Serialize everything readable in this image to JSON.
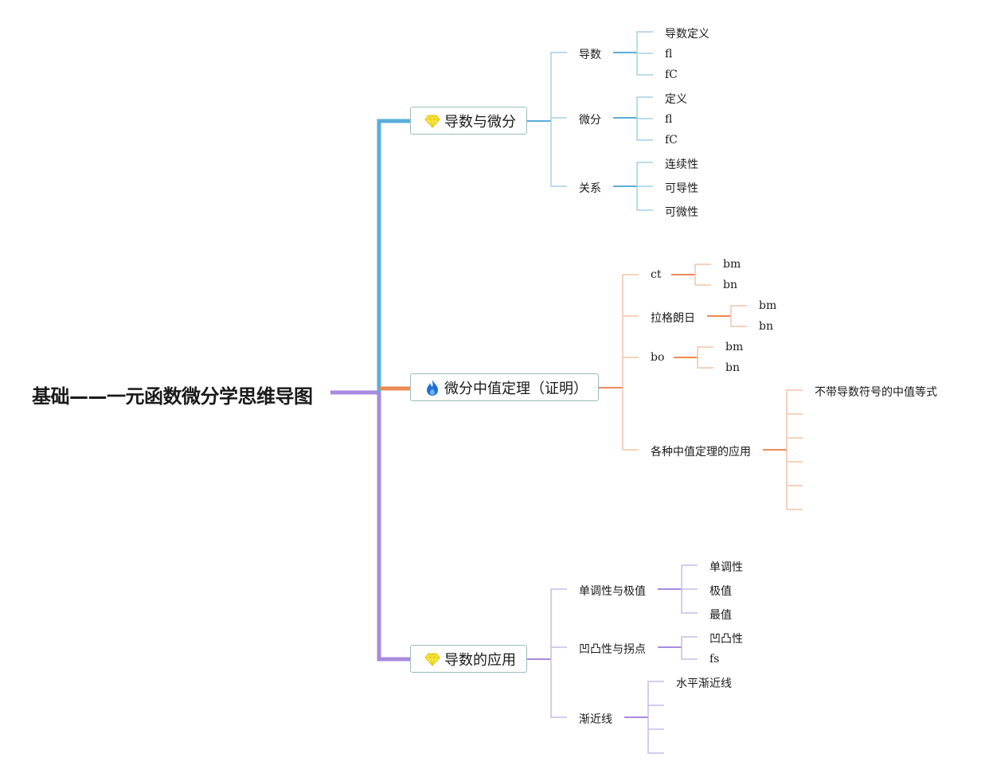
{
  "root": {
    "title": "基础——一元函数微分学思维导图"
  },
  "colors": {
    "blue": "#5aaddb",
    "orange": "#ee8a55",
    "purple": "#a78bdf",
    "blue_light": "#a6cfe6",
    "orange_light": "#f4c4aa",
    "purple_light": "#c9bbe8"
  },
  "branch1": {
    "icon": "diamond-icon",
    "label": "导数与微分",
    "topics": [
      {
        "label": "导数",
        "leaves": [
          "导数定义",
          "fl",
          "fC"
        ]
      },
      {
        "label": "微分",
        "leaves": [
          "定义",
          "fl",
          "fC"
        ]
      },
      {
        "label": "关系",
        "leaves": [
          "连续性",
          "可导性",
          "可微性"
        ]
      }
    ]
  },
  "branch2": {
    "icon": "flame-icon",
    "label": "微分中值定理（证明）",
    "topics": [
      {
        "label": "ct",
        "leaves": [
          "bm",
          "bn"
        ]
      },
      {
        "label": "拉格朗日",
        "leaves": [
          "bm",
          "bn"
        ]
      },
      {
        "label": "bo",
        "leaves": [
          "bm",
          "bn"
        ]
      },
      {
        "label": "各种中值定理的应用",
        "leaves": [
          "不带导数符号的中值等式",
          "",
          "",
          "",
          "",
          ""
        ]
      }
    ]
  },
  "branch3": {
    "icon": "diamond-icon",
    "label": "导数的应用",
    "topics": [
      {
        "label": "单调性与极值",
        "leaves": [
          "单调性",
          "极值",
          "最值"
        ]
      },
      {
        "label": "凹凸性与拐点",
        "leaves": [
          "凹凸性",
          "fs"
        ]
      },
      {
        "label": "渐近线",
        "leaves": [
          "水平渐近线",
          "",
          "",
          ""
        ]
      }
    ]
  }
}
